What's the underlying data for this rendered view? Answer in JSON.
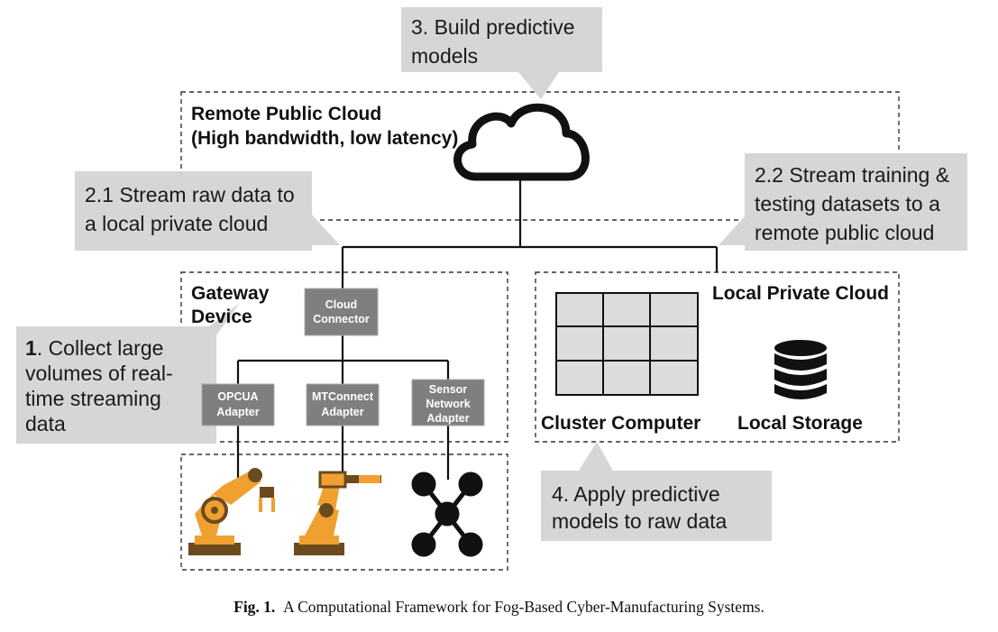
{
  "callouts": {
    "build": [
      "3. Build predictive",
      "models"
    ],
    "stream_raw": [
      "2.1 Stream raw data to",
      "a local private cloud"
    ],
    "stream_train": [
      "2.2 Stream training &",
      "testing datasets to a",
      "remote public cloud"
    ],
    "collect": {
      "number": "1",
      "lines": [
        ". Collect large",
        "volumes of real-",
        "time streaming",
        "data"
      ]
    },
    "apply": [
      "4. Apply  predictive",
      "models to raw data"
    ]
  },
  "regions": {
    "remote_cloud": [
      "Remote Public Cloud",
      "(High bandwidth, low latency)"
    ],
    "gateway": [
      "Gateway",
      "Device"
    ],
    "local_cloud": "Local Private Cloud"
  },
  "boxes": {
    "cloud_connector": [
      "Cloud",
      "Connector"
    ],
    "opcua": [
      "OPCUA",
      "Adapter"
    ],
    "mtconnect": [
      "MTConnect",
      "Adapter"
    ],
    "sensor": [
      "Sensor",
      "Network",
      "Adapter"
    ]
  },
  "labels": {
    "cluster": "Cluster Computer",
    "storage": "Local Storage"
  },
  "caption": {
    "label": "Fig. 1.",
    "text": "A Computational Framework for Fog-Based Cyber-Manufacturing Systems."
  },
  "icons": [
    "cloud-icon",
    "cluster-grid-icon",
    "database-icon",
    "robot-arm-icon",
    "robot-welder-icon",
    "sensor-network-icon"
  ],
  "colors": {
    "callout": "#d6d6d6",
    "adapter_box": "#7f7f7f",
    "robot": "#f0a030"
  }
}
